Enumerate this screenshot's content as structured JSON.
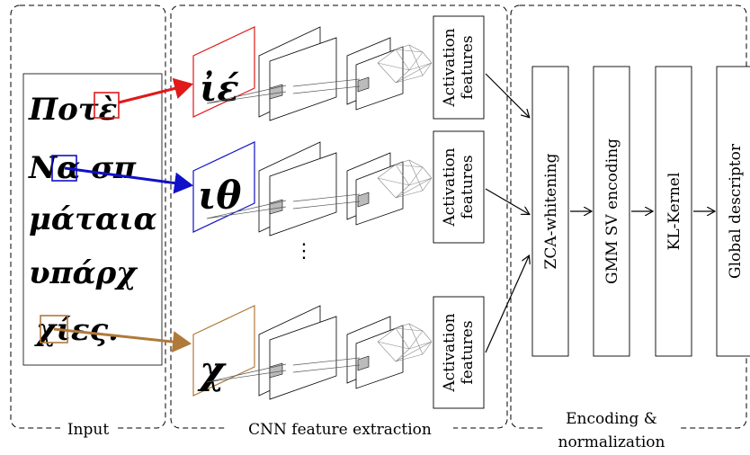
{
  "sections": {
    "input": "Input",
    "cnn": "CNN feature extraction",
    "encoding_line1": "Encoding &",
    "encoding_line2": "normalization"
  },
  "activation": {
    "line1": "Activation",
    "line2": "features"
  },
  "ellipsis": "⋮",
  "pipeline": {
    "zca": "ZCA-whitening",
    "gmm": "GMM SV encoding",
    "kl": "KL-Kernel",
    "global": "Global descriptor"
  },
  "handwriting": [
    "Ποτὲ",
    "Να σπ",
    "μάταια",
    "υπάρχ",
    "χίες."
  ],
  "patches": [
    "ἰέ",
    "ιθ",
    "χ"
  ],
  "colors": {
    "red": "#e11919",
    "blue": "#1010c8",
    "brown": "#b07a3a"
  }
}
